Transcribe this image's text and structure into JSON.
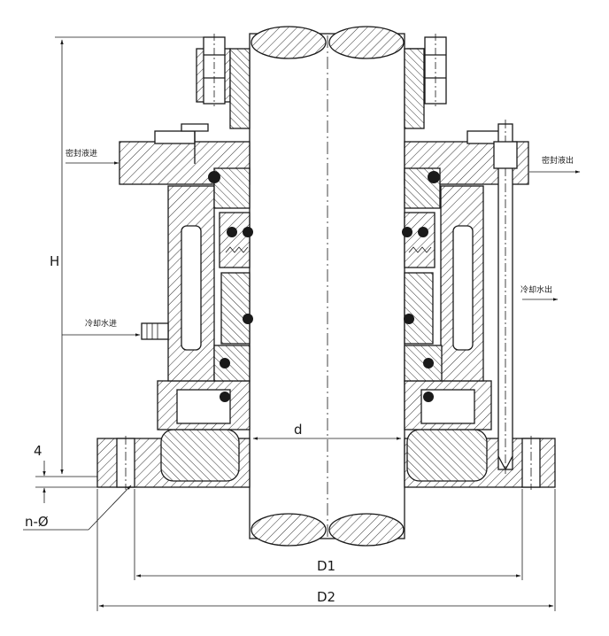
{
  "labels": {
    "height": "H",
    "offset": "4",
    "shaft_diameter": "d",
    "bolt_holes": "n-Ø",
    "bolt_circle": "D1",
    "flange_diameter": "D2",
    "seal_fluid_in": "密封液进",
    "seal_fluid_out": "密封液出",
    "cooling_water_in": "冷却水进",
    "cooling_water_out": "冷却水出"
  }
}
